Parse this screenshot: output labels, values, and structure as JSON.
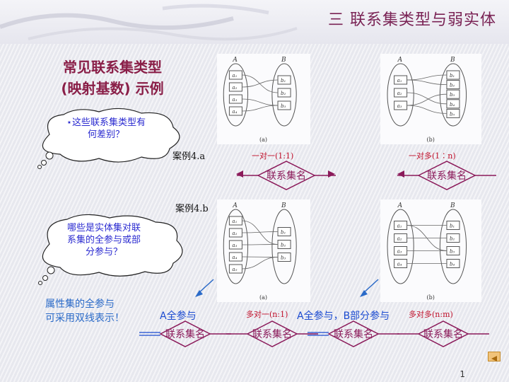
{
  "header": {
    "title": "三  联系集类型与弱实体"
  },
  "heading": {
    "line1": "常见联系集类型",
    "line2": "(映射基数) 示例"
  },
  "cloud1": {
    "line1": "⋆这些联系集类型有",
    "line2": "何差别？"
  },
  "cloud2": {
    "line1": "哪些是实体集对联",
    "line2": "系集的全参与或部",
    "line3": "分参与？"
  },
  "case_a": "案例4.a",
  "case_b": "案例4.b",
  "entity_a": "A",
  "entity_b": "B",
  "top_left": {
    "caption": "(a)",
    "left_items": [
      "a₁",
      "a₂",
      "a₃",
      "a₄"
    ],
    "right_items": [
      "b₁",
      "b₂",
      "b₃"
    ],
    "cardinality": "一对一(1:1)"
  },
  "top_right": {
    "caption": "(b)",
    "left_items": [
      "a₁",
      "a₂",
      "a₃"
    ],
    "right_items": [
      "b₁",
      "b₂",
      "b₃",
      "b₄",
      "b₅"
    ],
    "cardinality": "一对多(1∶n)"
  },
  "bottom_left": {
    "caption": "(a)",
    "left_items": [
      "a₁",
      "a₂",
      "a₃",
      "a₄",
      "a₅"
    ],
    "right_items": [
      "b₁",
      "b₂",
      "b₃"
    ],
    "cardinality": "多对一(n:1)"
  },
  "bottom_right": {
    "caption": "(b)",
    "left_items": [
      "a₁",
      "a₂",
      "a₃",
      "a₄"
    ],
    "right_items": [
      "b₁",
      "b₂",
      "b₃",
      "b₄"
    ],
    "cardinality": "多对多(n:m)"
  },
  "relationship_label": "联系集名",
  "note_a_full": "A全参与",
  "note_a_full_b_partial": "A全参与，B部分参与",
  "double_line_note": {
    "line1": "属性集的全参与",
    "line2": "可采用双线表示！"
  },
  "page_number": "1"
}
